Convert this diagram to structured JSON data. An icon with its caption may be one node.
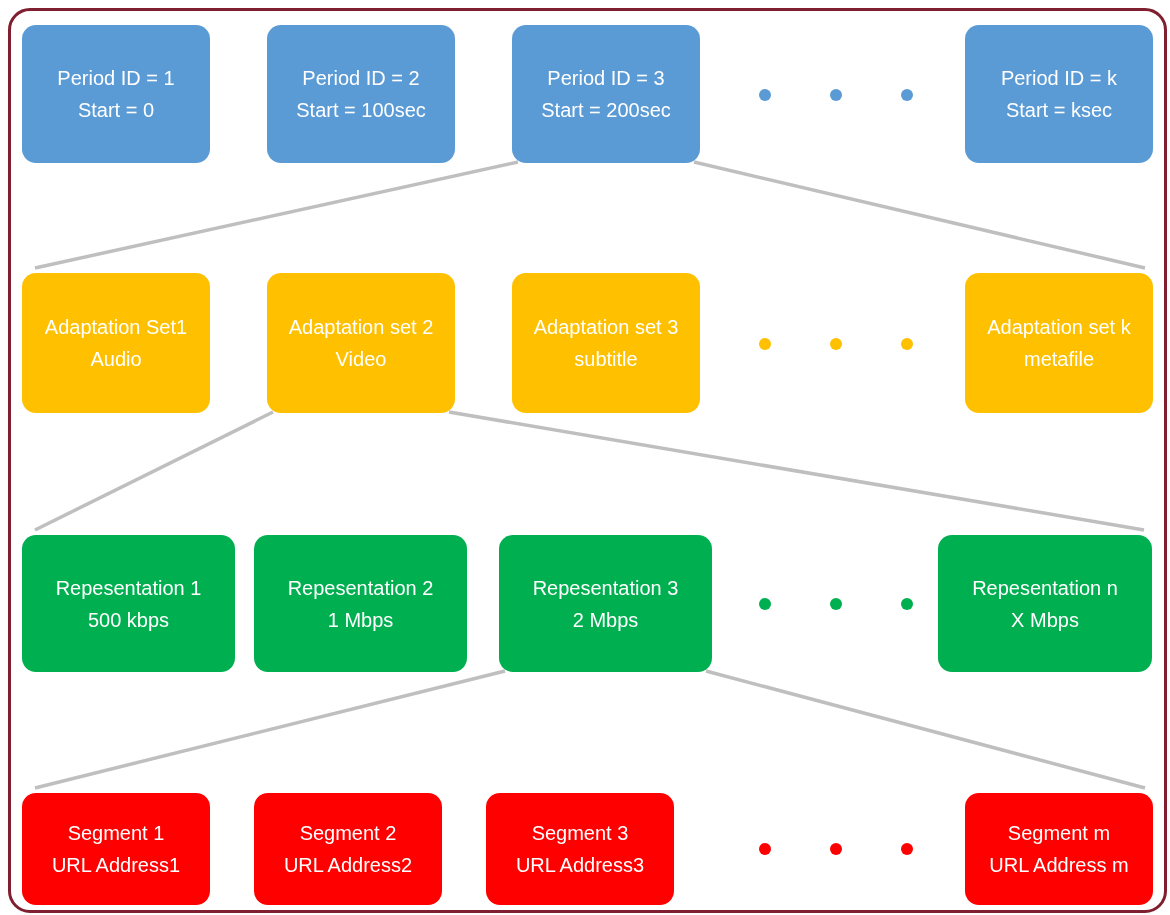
{
  "diagram": {
    "nodes": [
      {
        "text": [
          "Period ID = 1",
          "Start = 0"
        ]
      },
      {
        "text": [
          "Period ID = 2",
          "Start = 100sec"
        ]
      },
      {
        "text": [
          "Period ID = 3",
          "Start = 200sec"
        ]
      },
      {
        "text": [
          "Period ID = k",
          "Start = ksec"
        ]
      },
      {
        "text": [
          "Adaptation Set1",
          "Audio"
        ]
      },
      {
        "text": [
          "Adaptation set 2",
          "Video"
        ]
      },
      {
        "text": [
          "Adaptation set 3",
          "subtitle"
        ]
      },
      {
        "text": [
          "Adaptation set k",
          "metafile"
        ]
      },
      {
        "text": [
          "Repesentation 1",
          "500 kbps"
        ]
      },
      {
        "text": [
          "Repesentation 2",
          "1 Mbps"
        ]
      },
      {
        "text": [
          "Repesentation 3",
          "2 Mbps"
        ]
      },
      {
        "text": [
          "Repesentation n",
          "X Mbps"
        ]
      },
      {
        "text": [
          "Segment 1",
          "URL Address1"
        ]
      },
      {
        "text": [
          "Segment 2",
          "URL Address2"
        ]
      },
      {
        "text": [
          "Segment 3",
          "URL Address3"
        ]
      },
      {
        "text": [
          "Segment m",
          "URL Address m"
        ]
      }
    ],
    "edges": [
      {
        "from": 2,
        "to": 4,
        "arrow": "none"
      },
      {
        "from": 2,
        "to": 7,
        "arrow": "none"
      },
      {
        "from": 5,
        "to": 8,
        "arrow": "none"
      },
      {
        "from": 5,
        "to": 11,
        "arrow": "none"
      },
      {
        "from": 10,
        "to": 12,
        "arrow": "none"
      },
      {
        "from": 10,
        "to": 15,
        "arrow": "none"
      }
    ]
  }
}
